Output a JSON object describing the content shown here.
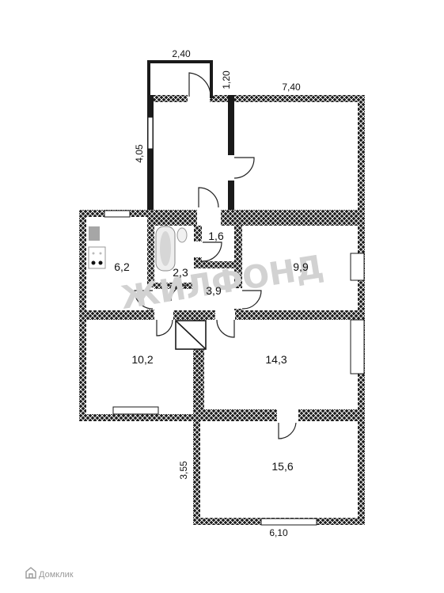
{
  "plan": {
    "rooms": [
      {
        "id": "room-6-2",
        "area": "6,2"
      },
      {
        "id": "room-2-3",
        "area": "2,3"
      },
      {
        "id": "room-1-6",
        "area": "1,6"
      },
      {
        "id": "room-9-9",
        "area": "9,9"
      },
      {
        "id": "room-3-9",
        "area": "3,9"
      },
      {
        "id": "room-10-2",
        "area": "10,2"
      },
      {
        "id": "room-14-3",
        "area": "14,3"
      },
      {
        "id": "room-15-6",
        "area": "15,6"
      }
    ],
    "dimensions": {
      "porch_width": "2,40",
      "porch_depth": "1,20",
      "top_width": "7,40",
      "left_upper": "4,05",
      "left_lower": "3,55",
      "bottom_width": "6,10"
    },
    "watermark": "ЖИЛФОНД",
    "brand": "Домклик",
    "colors": {
      "wall": "#1a1a1a",
      "hatch": "#ffffff",
      "door": "#222222"
    }
  }
}
